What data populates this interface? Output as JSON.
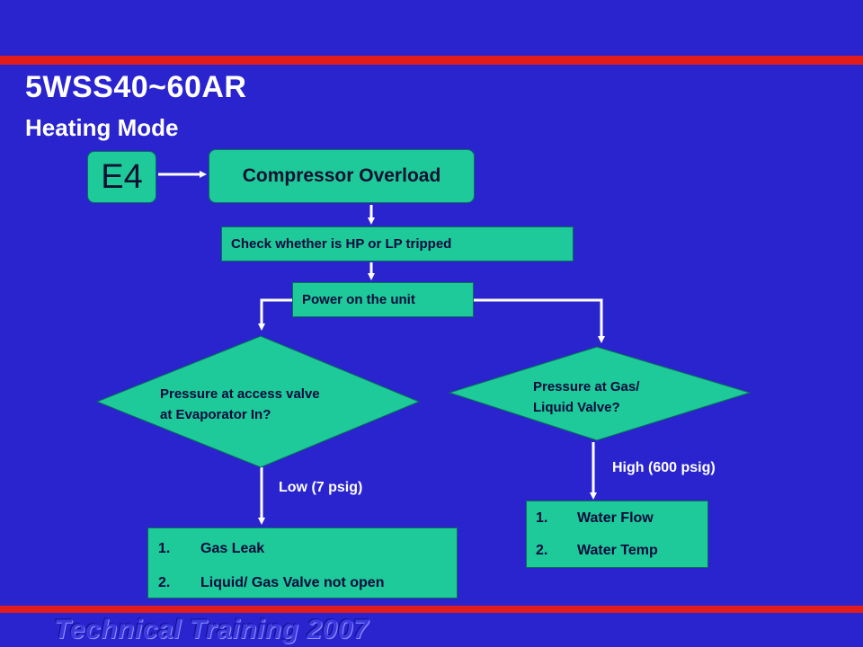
{
  "title": "5WSS40~60AR",
  "subtitle": "Heating Mode",
  "flow": {
    "code": "E4",
    "fault": "Compressor Overload",
    "check": "Check whether is HP or LP tripped",
    "power": "Power on the unit",
    "left_question_line1": "Pressure at access valve",
    "left_question_line2": "at Evaporator In?",
    "right_question_line1": "Pressure at Gas/",
    "right_question_line2": "Liquid Valve?",
    "left_branch": "Low (7 psig)",
    "right_branch": "High (600 psig)",
    "left_causes": [
      {
        "num": "1.",
        "text": "Gas Leak"
      },
      {
        "num": "2.",
        "text": "Liquid/ Gas Valve not open"
      }
    ],
    "right_causes": [
      {
        "num": "1.",
        "text": "Water Flow"
      },
      {
        "num": "2.",
        "text": "Water Temp"
      }
    ]
  },
  "footer": "Technical Training 2007",
  "colors": {
    "background": "#2a24cf",
    "accent_line": "#e21b1b",
    "box_fill": "#1ec99a",
    "text_light": "#ffffff"
  }
}
